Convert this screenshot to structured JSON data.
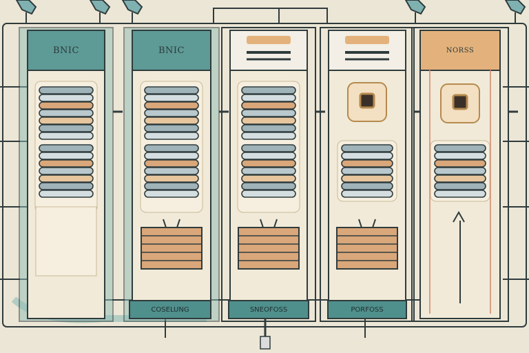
{
  "colors": {
    "background": "#ece6d6",
    "teal": "#5e9a96",
    "tealLight": "#8fbdb6",
    "outline": "#2f3b3c",
    "cream": "#f1ead8",
    "orange": "#e3b27c",
    "drawerSlate": "#9fb3b8",
    "drawerTan": "#d9a77a"
  },
  "columns": [
    {
      "header": "BNIC",
      "header_style": "teal"
    },
    {
      "header": "BNIC",
      "header_style": "teal"
    },
    {
      "header": "",
      "header_style": "slot"
    },
    {
      "header": "",
      "header_style": "slot"
    },
    {
      "header": "NORSS",
      "header_style": "orange"
    }
  ],
  "bottom_labels": [
    {
      "text": "COSELUNG"
    },
    {
      "text": "SNEOFOSS"
    },
    {
      "text": "PORFOSS"
    }
  ]
}
